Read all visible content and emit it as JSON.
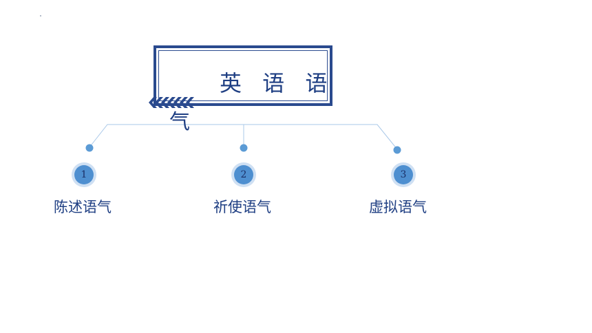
{
  "title": {
    "line1": "英 语 语",
    "line2": "气"
  },
  "items": [
    {
      "number": "1",
      "label": "陈述语气"
    },
    {
      "number": "2",
      "label": "祈使语气"
    },
    {
      "number": "3",
      "label": "虚拟语气"
    }
  ],
  "colors": {
    "primary": "#2a4a8e",
    "accent": "#4e8fd0",
    "connector": "#a9c8e8",
    "text": "#1f3f83"
  }
}
